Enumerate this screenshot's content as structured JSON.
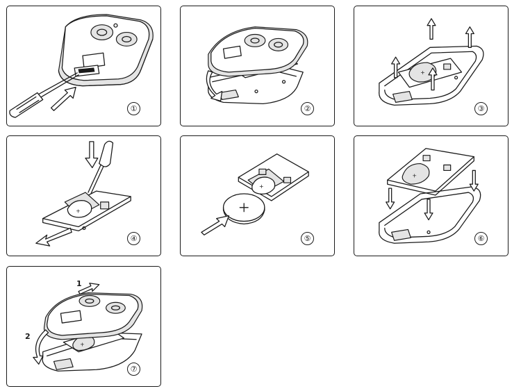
{
  "steps": [
    {
      "number": "①",
      "icons": [
        "remote-control-icon",
        "screwdriver-icon",
        "push-arrow-icon"
      ]
    },
    {
      "number": "②",
      "icons": [
        "remote-control-icon",
        "open-lid-arrow-icon"
      ]
    },
    {
      "number": "③",
      "icons": [
        "circuit-board-icon",
        "lift-arrow-icon"
      ]
    },
    {
      "number": "④",
      "icons": [
        "circuit-board-icon",
        "screwdriver-icon",
        "battery-out-arrow-icon"
      ]
    },
    {
      "number": "⑤",
      "icons": [
        "circuit-board-icon",
        "coin-battery-icon",
        "insert-arrow-icon"
      ]
    },
    {
      "number": "⑥",
      "icons": [
        "circuit-board-icon",
        "remote-housing-icon",
        "lower-arrow-icon"
      ]
    },
    {
      "number": "⑦",
      "icons": [
        "remote-control-icon",
        "close-lid-arrow-icon"
      ],
      "sub_labels": [
        "1",
        "2"
      ]
    }
  ]
}
